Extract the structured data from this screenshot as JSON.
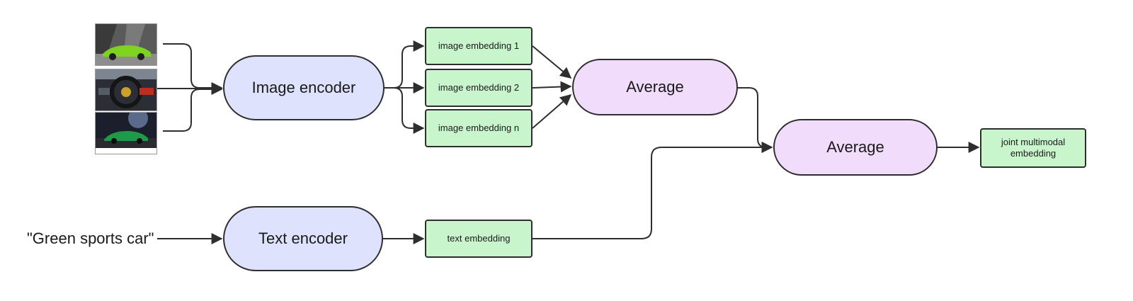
{
  "input_text": "\"Green sports car\"",
  "images": [
    {
      "icon": "green-sports-car-photo"
    },
    {
      "icon": "steering-wheel-photo"
    },
    {
      "icon": "green-car-night-photo"
    }
  ],
  "encoders": {
    "image": "Image encoder",
    "text": "Text encoder"
  },
  "embeddings": {
    "image_1": "image embedding 1",
    "image_2": "image embedding 2",
    "image_n": "image embedding n",
    "text": "text embedding",
    "joint": "joint multimodal embedding"
  },
  "average_1": "Average",
  "average_2": "Average",
  "colors": {
    "encoder_fill": "#dfe2fd",
    "average_fill": "#f2dcfb",
    "embedding_fill": "#c9f5cd",
    "stroke": "#2e2e2e"
  }
}
